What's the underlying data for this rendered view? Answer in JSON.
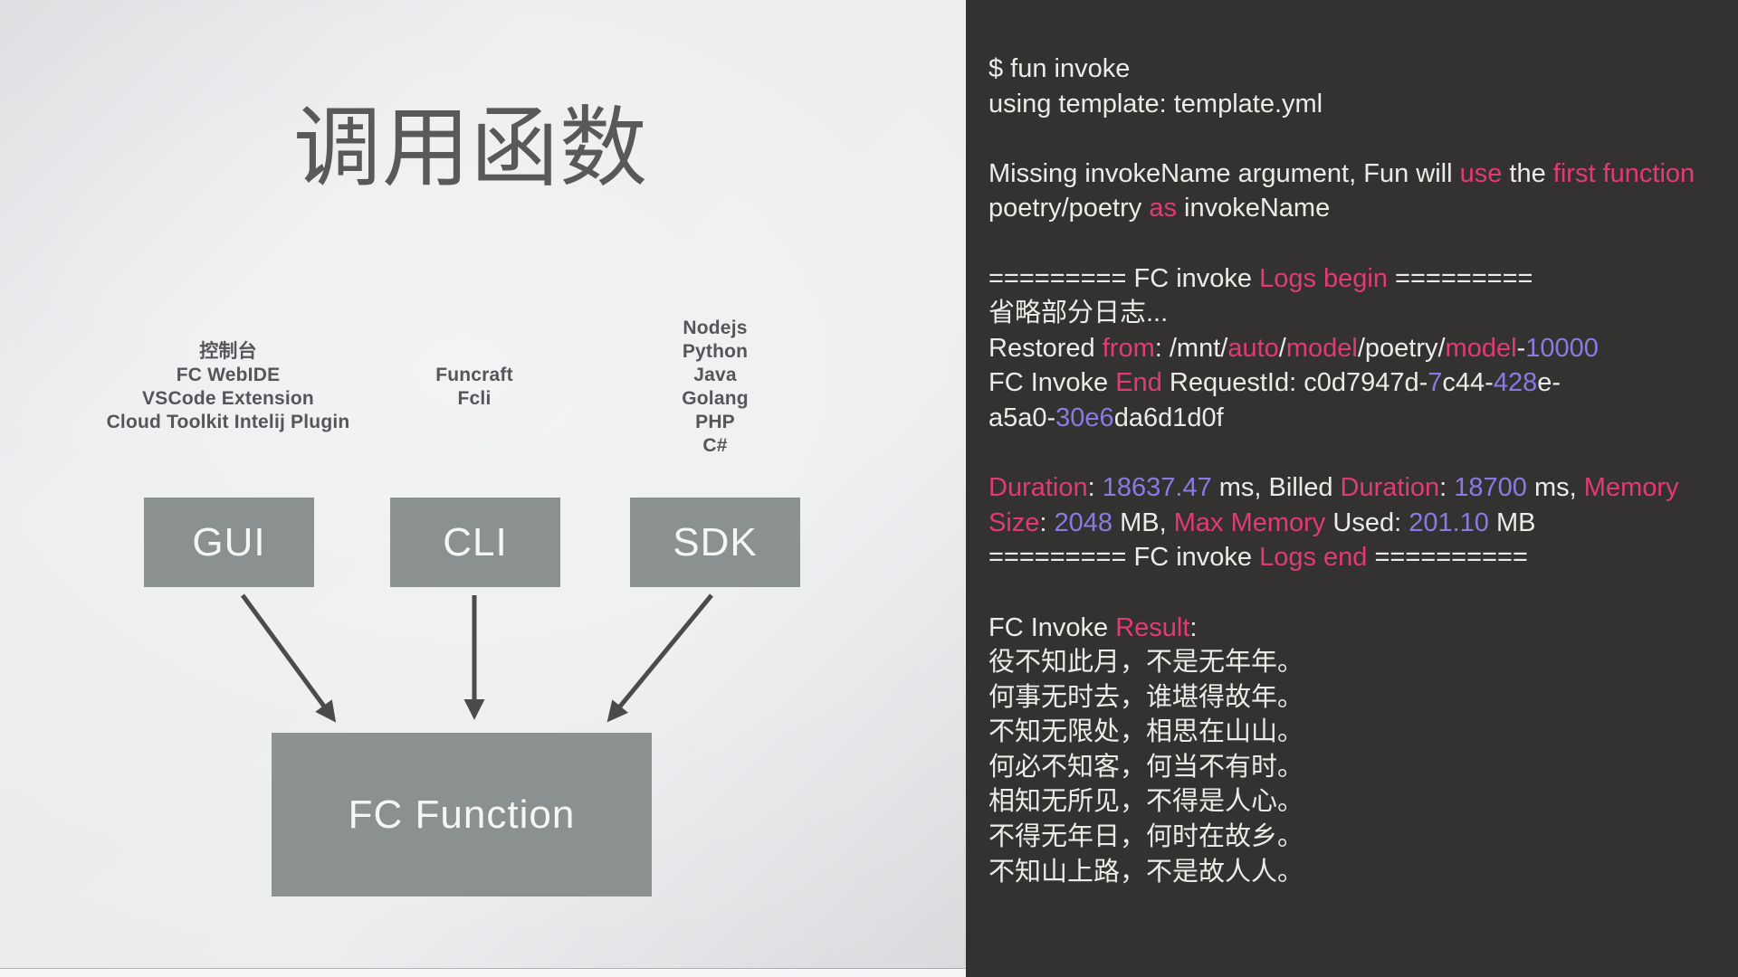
{
  "slide": {
    "title": "调用函数",
    "groups": [
      {
        "name": "gui",
        "labels": [
          "控制台",
          "FC WebIDE",
          "VSCode Extension",
          "Cloud Toolkit Intelij Plugin"
        ],
        "box_label": "GUI"
      },
      {
        "name": "cli",
        "labels": [
          "Funcraft",
          "Fcli"
        ],
        "box_label": "CLI"
      },
      {
        "name": "sdk",
        "labels": [
          "Nodejs",
          "Python",
          "Java",
          "Golang",
          "PHP",
          "C#"
        ],
        "box_label": "SDK"
      }
    ],
    "target_box_label": "FC Function",
    "box_color": "#8b9190",
    "arrow_color": "#4a4b4c"
  },
  "terminal": {
    "colors": {
      "bg": "#333231",
      "fg": "#edebe7",
      "pink": "#e23a76",
      "purple": "#8a7ae2"
    },
    "lines": [
      {
        "segments": [
          {
            "t": "$ fun invoke",
            "c": "fg"
          }
        ]
      },
      {
        "segments": [
          {
            "t": "using template: template.yml",
            "c": "fg"
          }
        ]
      },
      {
        "segments": []
      },
      {
        "segments": [
          {
            "t": "Missing invokeName argument, Fun will ",
            "c": "fg"
          },
          {
            "t": "use",
            "c": "pink"
          },
          {
            "t": " the ",
            "c": "fg"
          },
          {
            "t": "first function",
            "c": "pink"
          }
        ]
      },
      {
        "segments": [
          {
            "t": "poetry/poetry ",
            "c": "fg"
          },
          {
            "t": "as",
            "c": "pink"
          },
          {
            "t": " invokeName",
            "c": "fg"
          }
        ]
      },
      {
        "segments": []
      },
      {
        "segments": [
          {
            "t": "========= FC invoke ",
            "c": "fg"
          },
          {
            "t": "Logs begin",
            "c": "pink"
          },
          {
            "t": " =========",
            "c": "fg"
          }
        ]
      },
      {
        "segments": [
          {
            "t": "省略部分日志...",
            "c": "fg"
          }
        ]
      },
      {
        "segments": [
          {
            "t": "Restored ",
            "c": "fg"
          },
          {
            "t": "from",
            "c": "pink"
          },
          {
            "t": ": /mnt/",
            "c": "fg"
          },
          {
            "t": "auto",
            "c": "pink"
          },
          {
            "t": "/",
            "c": "fg"
          },
          {
            "t": "model",
            "c": "pink"
          },
          {
            "t": "/poetry/",
            "c": "fg"
          },
          {
            "t": "model",
            "c": "pink"
          },
          {
            "t": "-",
            "c": "fg"
          },
          {
            "t": "10000",
            "c": "purple"
          }
        ]
      },
      {
        "segments": [
          {
            "t": "FC Invoke ",
            "c": "fg"
          },
          {
            "t": "End",
            "c": "pink"
          },
          {
            "t": " RequestId: c0d7947d-",
            "c": "fg"
          },
          {
            "t": "7",
            "c": "purple"
          },
          {
            "t": "c44-",
            "c": "fg"
          },
          {
            "t": "428",
            "c": "purple"
          },
          {
            "t": "e-",
            "c": "fg"
          }
        ]
      },
      {
        "segments": [
          {
            "t": "a5a0-",
            "c": "fg"
          },
          {
            "t": "30e6",
            "c": "purple"
          },
          {
            "t": "da6d1d0f",
            "c": "fg"
          }
        ]
      },
      {
        "segments": []
      },
      {
        "segments": [
          {
            "t": "Duration",
            "c": "pink"
          },
          {
            "t": ": ",
            "c": "fg"
          },
          {
            "t": "18637.47",
            "c": "purple"
          },
          {
            "t": " ms, Billed ",
            "c": "fg"
          },
          {
            "t": "Duration",
            "c": "pink"
          },
          {
            "t": ": ",
            "c": "fg"
          },
          {
            "t": "18700",
            "c": "purple"
          },
          {
            "t": " ms, ",
            "c": "fg"
          },
          {
            "t": "Memory",
            "c": "pink"
          }
        ]
      },
      {
        "segments": [
          {
            "t": "Size",
            "c": "pink"
          },
          {
            "t": ": ",
            "c": "fg"
          },
          {
            "t": "2048",
            "c": "purple"
          },
          {
            "t": " MB, ",
            "c": "fg"
          },
          {
            "t": "Max Memory",
            "c": "pink"
          },
          {
            "t": " Used: ",
            "c": "fg"
          },
          {
            "t": "201.10",
            "c": "purple"
          },
          {
            "t": " MB",
            "c": "fg"
          }
        ]
      },
      {
        "segments": [
          {
            "t": "========= FC invoke ",
            "c": "fg"
          },
          {
            "t": "Logs end",
            "c": "pink"
          },
          {
            "t": " ==========",
            "c": "fg"
          }
        ]
      },
      {
        "segments": []
      },
      {
        "segments": [
          {
            "t": "FC Invoke ",
            "c": "fg"
          },
          {
            "t": "Result",
            "c": "pink"
          },
          {
            "t": ":",
            "c": "fg"
          }
        ]
      },
      {
        "segments": [
          {
            "t": "役不知此月，不是无年年。",
            "c": "fg"
          }
        ]
      },
      {
        "segments": [
          {
            "t": "何事无时去，谁堪得故年。",
            "c": "fg"
          }
        ]
      },
      {
        "segments": [
          {
            "t": "不知无限处，相思在山山。",
            "c": "fg"
          }
        ]
      },
      {
        "segments": [
          {
            "t": "何必不知客，何当不有时。",
            "c": "fg"
          }
        ]
      },
      {
        "segments": [
          {
            "t": "相知无所见，不得是人心。",
            "c": "fg"
          }
        ]
      },
      {
        "segments": [
          {
            "t": "不得无年日，何时在故乡。",
            "c": "fg"
          }
        ]
      },
      {
        "segments": [
          {
            "t": "不知山上路，不是故人人。",
            "c": "fg"
          }
        ]
      }
    ]
  }
}
